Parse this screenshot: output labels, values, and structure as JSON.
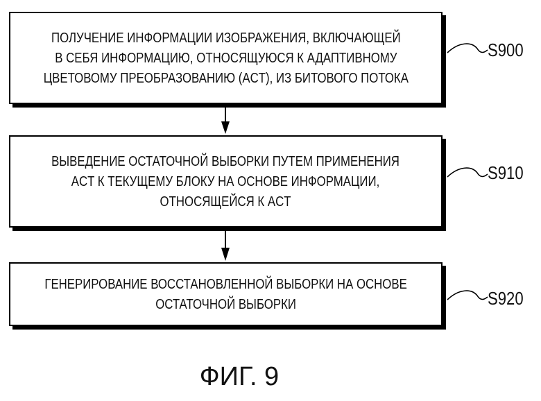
{
  "steps": [
    {
      "lines": [
        "ПОЛУЧЕНИЕ ИНФОРМАЦИИ ИЗОБРАЖЕНИЯ, ВКЛЮЧАЮЩЕЙ",
        "В СЕБЯ ИНФОРМАЦИЮ, ОТНОСЯЩУЮСЯ К АДАПТИВНОМУ",
        "ЦВЕТОВОМУ ПРЕОБРАЗОВАНИЮ (ACT), ИЗ БИТОВОГО ПОТОКА"
      ],
      "label": "S900"
    },
    {
      "lines": [
        "ВЫВЕДЕНИЕ ОСТАТОЧНОЙ ВЫБОРКИ ПУТЕМ ПРИМЕНЕНИЯ",
        "ACT К ТЕКУЩЕМУ БЛОКУ НА ОСНОВЕ ИНФОРМАЦИИ,",
        "ОТНОСЯЩЕЙСЯ К ACT"
      ],
      "label": "S910"
    },
    {
      "lines": [
        "ГЕНЕРИРОВАНИЕ ВОССТАНОВЛЕННОЙ ВЫБОРКИ НА ОСНОВЕ",
        "ОСТАТОЧНОЙ ВЫБОРКИ"
      ],
      "label": "S920"
    }
  ],
  "figure_caption": "ФИГ. 9"
}
